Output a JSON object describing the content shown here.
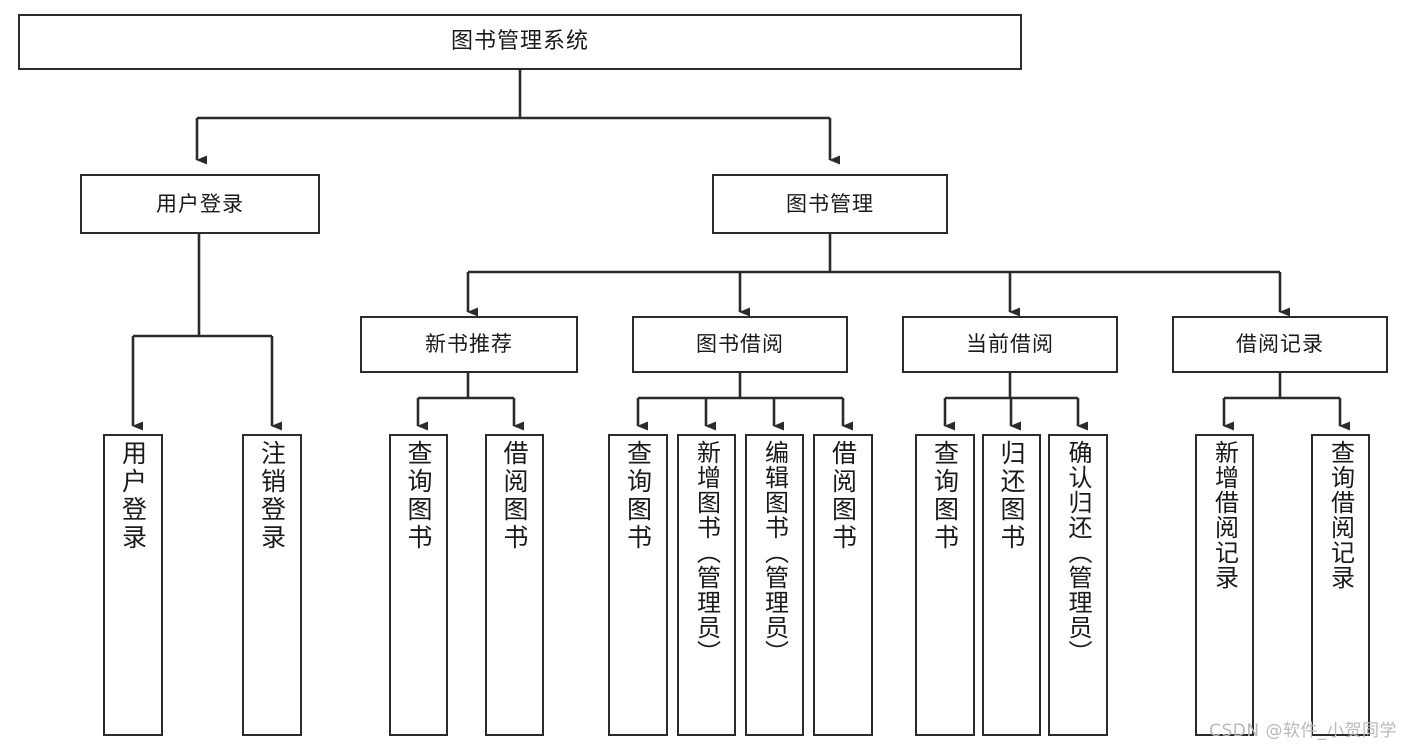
{
  "diagram": {
    "title": "图书管理系统",
    "type": "tree-hierarchy",
    "watermark": "CSDN @软件_小贺同学",
    "colors": {
      "background": "#ffffff",
      "box_border": "#2b2b2b",
      "box_fill": "#ffffff",
      "connector": "#2b2b2b",
      "text": "#1a1a1a",
      "watermark": "#b9b9b9"
    },
    "root": {
      "label": "图书管理系统"
    },
    "level2": [
      {
        "id": "user-login",
        "label": "用户登录"
      },
      {
        "id": "book-admin",
        "label": "图书管理"
      }
    ],
    "level3": [
      {
        "id": "new-book-rec",
        "label": "新书推荐"
      },
      {
        "id": "book-borrow",
        "label": "图书借阅"
      },
      {
        "id": "current-borrow",
        "label": "当前借阅"
      },
      {
        "id": "borrow-record",
        "label": "借阅记录"
      }
    ],
    "leaves": {
      "user_login": [
        {
          "id": "leaf-user-login",
          "label": "用户登录"
        },
        {
          "id": "leaf-logout",
          "label": "注销登录"
        }
      ],
      "new_book_rec": [
        {
          "id": "leaf-query-book-1",
          "label": "查询图书"
        },
        {
          "id": "leaf-borrow-book-1",
          "label": "借阅图书"
        }
      ],
      "book_borrow": [
        {
          "id": "leaf-query-book-2",
          "label": "查询图书"
        },
        {
          "id": "leaf-add-book",
          "label": "新增图书（管理员）"
        },
        {
          "id": "leaf-edit-book",
          "label": "编辑图书（管理员）"
        },
        {
          "id": "leaf-borrow-book-2",
          "label": "借阅图书"
        }
      ],
      "current_borrow": [
        {
          "id": "leaf-query-book-3",
          "label": "查询图书"
        },
        {
          "id": "leaf-return-book",
          "label": "归还图书"
        },
        {
          "id": "leaf-confirm-return",
          "label": "确认归还（管理员）"
        }
      ],
      "borrow_record": [
        {
          "id": "leaf-add-record",
          "label": "新增借阅记录"
        },
        {
          "id": "leaf-query-record",
          "label": "查询借阅记录"
        }
      ]
    }
  }
}
